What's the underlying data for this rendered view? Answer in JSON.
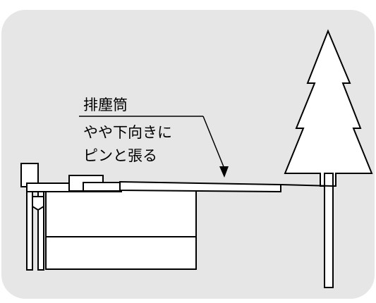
{
  "diagram": {
    "labels": {
      "part_name": "排塵筒",
      "instruction_line1": "やや下向きに",
      "instruction_line2": "ピンと張る"
    },
    "colors": {
      "panel_background": "#e6e6e6",
      "line": "#000000",
      "fill": "#ffffff"
    },
    "icons": [
      "tree-icon",
      "arrow-icon"
    ]
  }
}
